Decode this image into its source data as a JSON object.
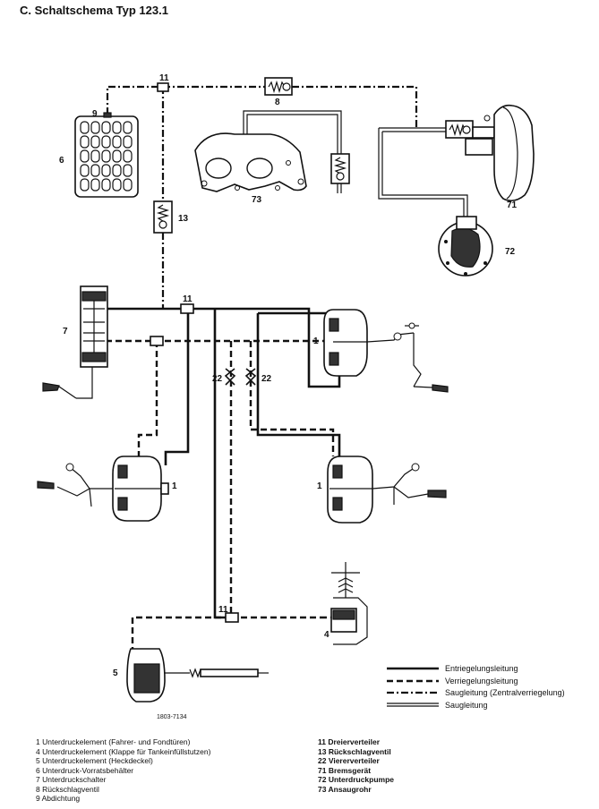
{
  "title": "C. Schaltschema Typ 123.1",
  "ref_code": "1803-7134",
  "callouts": {
    "c11_top": "11",
    "c8": "8",
    "c9": "9",
    "c6": "6",
    "c13": "13",
    "c73": "73",
    "c71": "71",
    "c72": "72",
    "c7": "7",
    "c11_mid": "11",
    "c1_right_top": "1",
    "c22_left": "22",
    "c22_right": "22",
    "c1_left": "1",
    "c1_right_bottom": "1",
    "c4": "4",
    "c11_bottom": "11",
    "c5": "5"
  },
  "line_legend": [
    {
      "style": "solid-heavy",
      "label": "Entriegelungsleitung"
    },
    {
      "style": "dashed",
      "label": "Verriegelungsleitung"
    },
    {
      "style": "dash-dot",
      "label": "Saugleitung (Zentralverriegelung)"
    },
    {
      "style": "double",
      "label": "Saugleitung"
    }
  ],
  "parts_left": [
    "1 Unterdruckelement (Fahrer- und Fondtüren)",
    "4 Unterdruckelement (Klappe für Tankeinfüllstutzen)",
    "5 Unterdruckelement (Heckdeckel)",
    "6 Unterdruck-Vorratsbehälter",
    "7 Unterdruckschalter",
    "8 Rückschlagventil",
    "9 Abdichtung"
  ],
  "parts_right": [
    "11 Dreierverteiler",
    "13 Rückschlagventil",
    "22 Viererverteiler",
    "71 Bremsgerät",
    "72 Unterdruckpumpe",
    "73 Ansaugrohr"
  ]
}
